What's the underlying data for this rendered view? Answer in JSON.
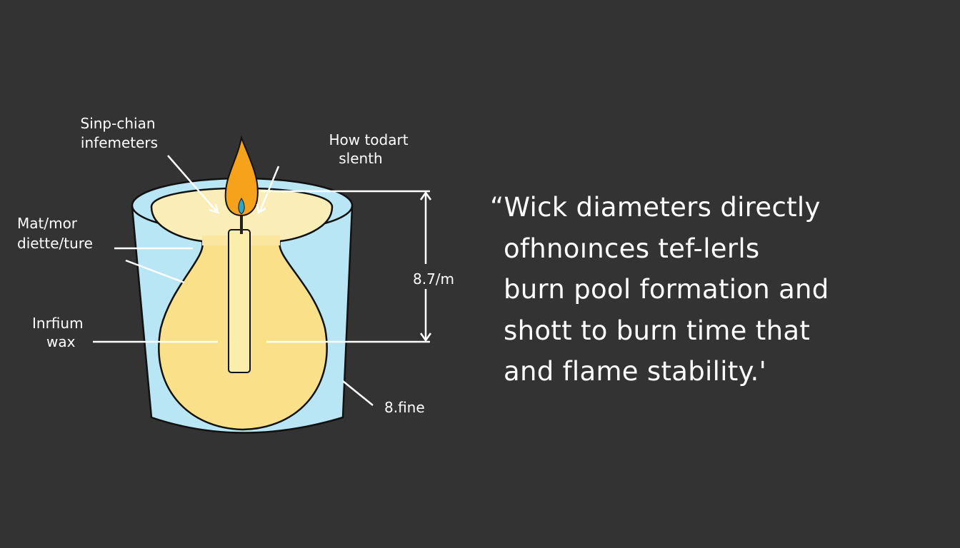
{
  "diagram": {
    "labels": {
      "top_left": [
        "Sinp-chian",
        "infemeters"
      ],
      "top_right": [
        "How todart",
        "slenth"
      ],
      "mid_left": [
        "Mat/mor",
        "diette/ture"
      ],
      "lower_left": [
        "Inrfium",
        "wax"
      ],
      "dimension": "8.7/m",
      "bottom_right": "8.fine"
    },
    "colors": {
      "background": "#333334",
      "glass": "#b9e6f5",
      "wax_surface": "#fbedb8",
      "wax_body": "#fbe08a",
      "wick_candle": "#fbeeaa",
      "flame": "#f7a21b",
      "flame_core": "#2aa6c8"
    }
  },
  "quote": {
    "lines": [
      "“Wick diameters directly",
      "ofhnoınces tef-lerls",
      "burn pool formation and",
      "shott to burn time that",
      "and flame stability.'"
    ]
  }
}
